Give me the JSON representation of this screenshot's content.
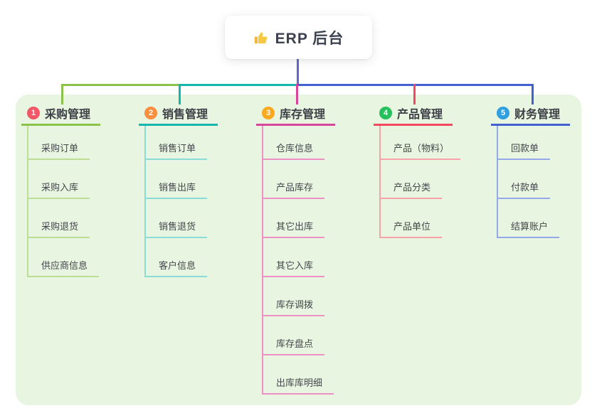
{
  "root": {
    "label": "ERP 后台",
    "icon": "thumbs-up-icon"
  },
  "branches": [
    {
      "num": "1",
      "title": "采购管理",
      "color": "#8ac24a",
      "light": "#bcdf95",
      "badge": "#f25767",
      "children": [
        "采购订单",
        "采购入库",
        "采购退货",
        "供应商信息"
      ]
    },
    {
      "num": "2",
      "title": "销售管理",
      "color": "#13b7ae",
      "light": "#8bdcd6",
      "badge": "#fb8f3e",
      "children": [
        "销售订单",
        "销售出库",
        "销售退货",
        "客户信息"
      ]
    },
    {
      "num": "3",
      "title": "库存管理",
      "color": "#d8469c",
      "light": "#ee8fc5",
      "badge": "#f9a91e",
      "children": [
        "仓库信息",
        "产品库存",
        "其它出库",
        "其它入库",
        "库存调拨",
        "库存盘点",
        "出库库明细"
      ]
    },
    {
      "num": "4",
      "title": "产品管理",
      "color": "#f4485e",
      "light": "#f7a1a8",
      "badge": "#27c05f",
      "children": [
        "产品（物料）",
        "产品分类",
        "产品单位"
      ]
    },
    {
      "num": "5",
      "title": "财务管理",
      "color": "#4161d0",
      "light": "#93a9e8",
      "badge": "#2f9fe0",
      "children": [
        "回款单",
        "付款单",
        "结算账户"
      ]
    }
  ],
  "connectors": {
    "root": "#5d68ce",
    "green": "#8ac24a",
    "teal": "#13b7ae",
    "magenta": "#d8469c",
    "red": "#f4485e",
    "blue": "#4161d0"
  },
  "panel_color": "#e8f5e1"
}
